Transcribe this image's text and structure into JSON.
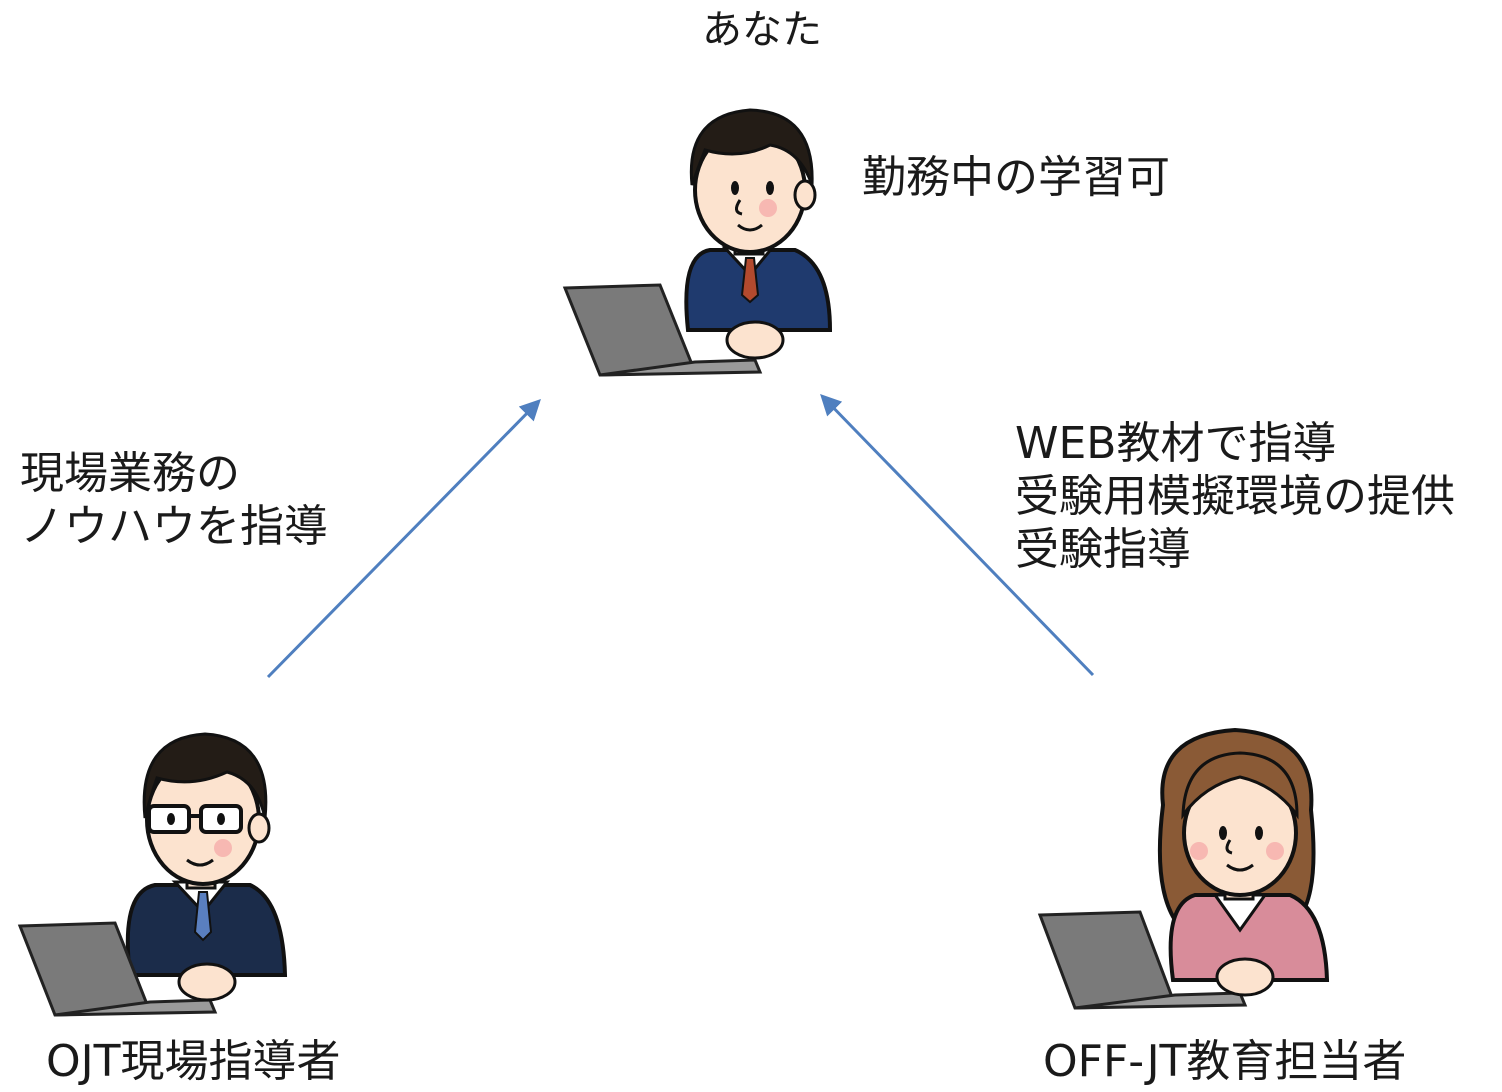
{
  "you": {
    "name": "あなた",
    "note": "勤務中の学習可"
  },
  "ojt": {
    "name": "OJT現場指導者",
    "role_lines": [
      "現場業務の",
      "ノウハウを指導"
    ]
  },
  "offjt": {
    "name": "OFF-JT教育担当者",
    "role_lines": [
      "WEB教材で指導",
      "受験用模擬環境の提供",
      "受験指導"
    ]
  },
  "colors": {
    "arrow": "#4f7fbf",
    "suit_you": "#1f3a6e",
    "suit_ojt": "#1b2c4a",
    "blouse_offjt": "#d88c9a",
    "laptop": "#7a7a7a",
    "skin": "#fce3cf",
    "hair": "#231c16",
    "hair_female": "#8a5a36"
  },
  "icons": {
    "you": "office-worker-laptop-icon",
    "ojt": "office-worker-glasses-laptop-icon",
    "offjt": "female-worker-laptop-icon"
  }
}
